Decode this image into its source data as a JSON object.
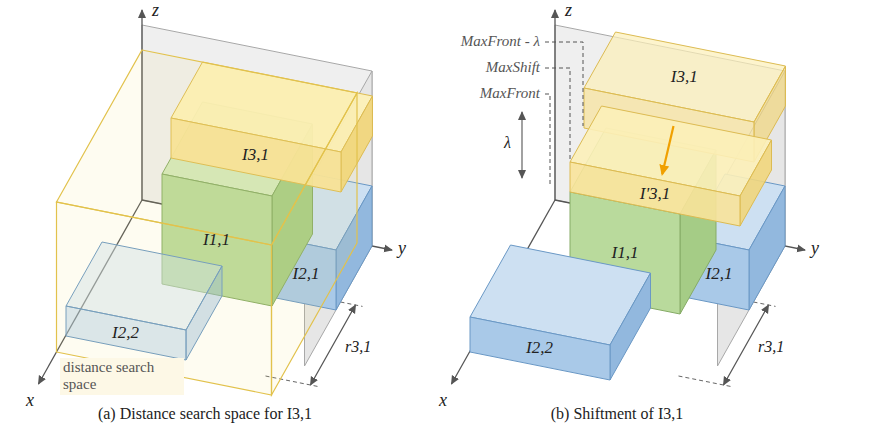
{
  "diagram": {
    "nodes": [
      {
        "text": [
          "I3,1"
        ]
      },
      {
        "text": [
          "I1,1"
        ]
      },
      {
        "text": [
          "I2,1"
        ]
      },
      {
        "text": [
          "I2,2"
        ]
      },
      {
        "text": [
          "I3,1"
        ]
      },
      {
        "text": [
          "I'3,1"
        ]
      },
      {
        "text": [
          "I1,1"
        ]
      },
      {
        "text": [
          "I2,1"
        ]
      },
      {
        "text": [
          "I2,2"
        ]
      }
    ],
    "labels": [
      "z",
      "y",
      "x",
      "distance search space",
      "r3,1",
      "z",
      "y",
      "x",
      "MaxFront - λ",
      "MaxShift",
      "MaxFront",
      "λ",
      "r3,1",
      "(a) Distance search space for I3,1",
      "(b) Shiftment of I3,1"
    ]
  }
}
